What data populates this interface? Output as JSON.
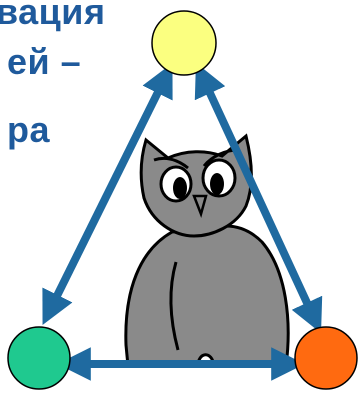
{
  "title_lines": [
    "вация",
    "ей –",
    "ра"
  ],
  "colors": {
    "title": "#1f5a9c",
    "arrow": "#1f6aa0",
    "node_top": "#fbff80",
    "node_left": "#1fc98f",
    "node_right": "#ff6a10",
    "owl_body": "#8a8a8a",
    "owl_outline": "#000000"
  },
  "nodes": [
    {
      "id": "top",
      "color": "yellow"
    },
    {
      "id": "left",
      "color": "green"
    },
    {
      "id": "right",
      "color": "orange"
    }
  ],
  "figure": "owl"
}
